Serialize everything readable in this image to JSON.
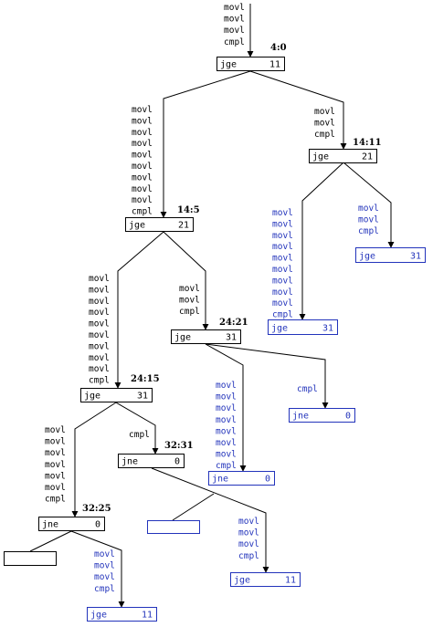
{
  "colors": {
    "black": "#000000",
    "blue": "#2233bb"
  },
  "nodes": {
    "n0": {
      "tag": "4:0",
      "op": "jge",
      "arg": "11",
      "color": "black"
    },
    "n1": {
      "tag": "14:11",
      "op": "jge",
      "arg": "21",
      "color": "black"
    },
    "n2": {
      "tag": "14:5",
      "op": "jge",
      "arg": "21",
      "color": "black"
    },
    "n3": {
      "op": "jge",
      "arg": "31",
      "color": "blue"
    },
    "n4": {
      "op": "jge",
      "arg": "31",
      "color": "blue"
    },
    "n5": {
      "tag": "24:21",
      "op": "jge",
      "arg": "31",
      "color": "black"
    },
    "n6": {
      "tag": "24:15",
      "op": "jge",
      "arg": "31",
      "color": "black"
    },
    "n7": {
      "op": "jne",
      "arg": "0",
      "color": "blue"
    },
    "n8": {
      "tag": "32:31",
      "op": "jne",
      "arg": "0",
      "color": "black"
    },
    "n9": {
      "op": "jne",
      "arg": "0",
      "color": "blue"
    },
    "n10": {
      "op": "",
      "arg": "",
      "color": "blue"
    },
    "n11": {
      "tag": "32:25",
      "op": "jne",
      "arg": "0",
      "color": "black"
    },
    "n12": {
      "op": "",
      "arg": "",
      "color": "black"
    },
    "n13": {
      "op": "jge",
      "arg": "11",
      "color": "blue"
    },
    "n14": {
      "op": "jge",
      "arg": "11",
      "color": "blue"
    }
  },
  "edges": {
    "e0": {
      "instrs": [
        "movl",
        "movl",
        "movl",
        "cmpl"
      ],
      "color": "black"
    },
    "e1": {
      "instrs": [
        "movl",
        "movl",
        "movl",
        "movl",
        "movl",
        "movl",
        "movl",
        "movl",
        "movl",
        "cmpl"
      ],
      "color": "black"
    },
    "e2": {
      "instrs": [
        "movl",
        "movl",
        "cmpl"
      ],
      "color": "black"
    },
    "e3": {
      "instrs": [
        "movl",
        "movl",
        "movl",
        "movl",
        "movl",
        "movl",
        "movl",
        "movl",
        "movl",
        "cmpl"
      ],
      "color": "blue"
    },
    "e4": {
      "instrs": [
        "movl",
        "movl",
        "cmpl"
      ],
      "color": "blue"
    },
    "e5": {
      "instrs": [
        "movl",
        "movl",
        "movl",
        "movl",
        "movl",
        "movl",
        "movl",
        "movl",
        "movl",
        "cmpl"
      ],
      "color": "black"
    },
    "e6": {
      "instrs": [
        "movl",
        "movl",
        "cmpl"
      ],
      "color": "black"
    },
    "e7": {
      "instrs": [
        "movl",
        "movl",
        "movl",
        "movl",
        "movl",
        "movl",
        "movl",
        "cmpl"
      ],
      "color": "blue"
    },
    "e8": {
      "instrs": [
        "cmpl"
      ],
      "color": "blue"
    },
    "e9": {
      "instrs": [
        "movl",
        "movl",
        "movl",
        "movl",
        "movl",
        "movl",
        "cmpl"
      ],
      "color": "black"
    },
    "e10": {
      "instrs": [
        "cmpl"
      ],
      "color": "black"
    },
    "e11": {
      "instrs": [
        "movl",
        "movl",
        "movl",
        "cmpl"
      ],
      "color": "blue"
    },
    "e12": {
      "instrs": [
        "movl",
        "movl",
        "movl",
        "cmpl"
      ],
      "color": "blue"
    }
  }
}
